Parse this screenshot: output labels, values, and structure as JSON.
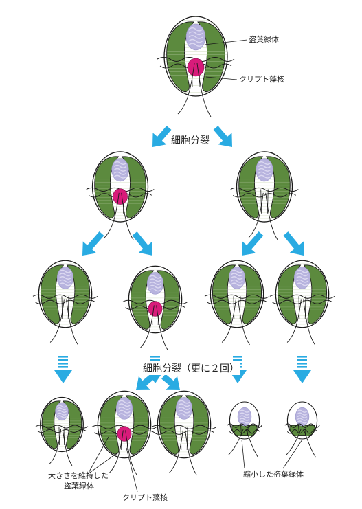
{
  "labels": {
    "kleptoplastid": "盗葉緑体",
    "cryptomonad_nucleus": "クリプト藻核",
    "cell_division": "細胞分裂",
    "cell_division_twice": "細胞分裂（更に２回）",
    "maintained_size_line1": "大きさを維持した",
    "maintained_size_line2": "盗葉緑体",
    "bottom_nucleus": "クリプト藻核",
    "shrunk_kleptoplastid": "縮小した盗葉緑体"
  },
  "colors": {
    "chloroplast_green": "#5c8a3e",
    "nucleus_magenta": "#d81b7a",
    "cell_nucleus_lavender": "#b7b3de",
    "arrow_blue": "#29abe2",
    "outline": "#1a1a1a"
  },
  "icons": {
    "arrow": "down-arrow-icon",
    "dashed_arrow": "dashed-down-arrow-icon"
  }
}
